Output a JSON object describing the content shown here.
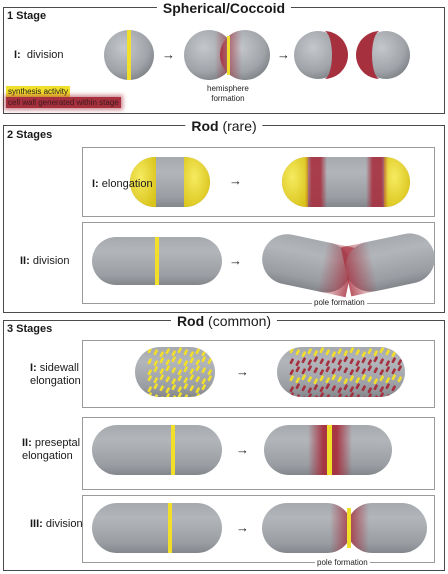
{
  "colors": {
    "cell_gray": "#a3a7ac",
    "synthesis_yellow": "#f2df2a",
    "new_wall_red": "#a7303f",
    "border": "#4a4a4a"
  },
  "panel1": {
    "stage": "1 Stage",
    "title_bold": "Spherical/Coccoid",
    "title_rest": "",
    "step1_num": "I:",
    "step1_text": "division",
    "legend_synthesis": "synthesis activity",
    "legend_wall": "cell wall generated within stage",
    "caption1": "hemisphere",
    "caption2": "formation",
    "arrow": "→"
  },
  "panel2": {
    "stage": "2 Stages",
    "title_bold": "Rod",
    "title_rest": "(rare)",
    "step1_num": "I:",
    "step1_text": "elongation",
    "step2_num": "II:",
    "step2_text": "division",
    "caption": "pole formation",
    "arrow": "→"
  },
  "panel3": {
    "stage": "3 Stages",
    "title_bold": "Rod",
    "title_rest": "(common)",
    "step1_num": "I:",
    "step1_text_a": "sidewall",
    "step1_text_b": "elongation",
    "step2_num": "II:",
    "step2_text_a": "preseptal",
    "step2_text_b": "elongation",
    "step3_num": "III:",
    "step3_text": "division",
    "caption": "pole formation",
    "arrow": "→"
  }
}
